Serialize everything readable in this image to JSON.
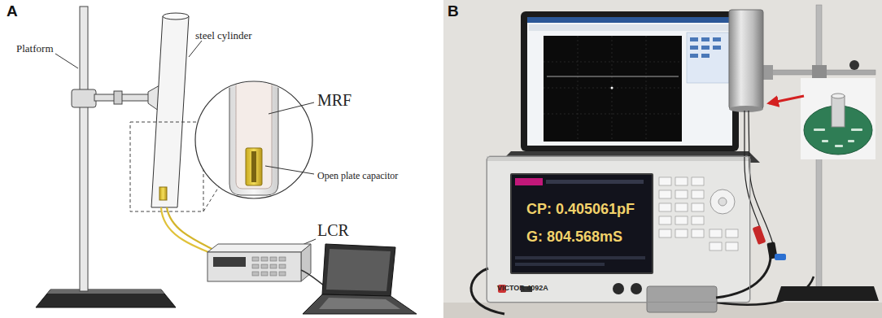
{
  "diagram": {
    "nodes": [
      {
        "text": [
          "VICTOR 4092A"
        ]
      },
      {
        "text": [
          "CP: 0.405061pF",
          "G: 804.568mS"
        ],
        "in": 0
      }
    ],
    "labels": [
      "A",
      "Platform",
      "steel cylinder",
      "MRF",
      "Open plate capacitor",
      "LCR",
      "B"
    ]
  }
}
